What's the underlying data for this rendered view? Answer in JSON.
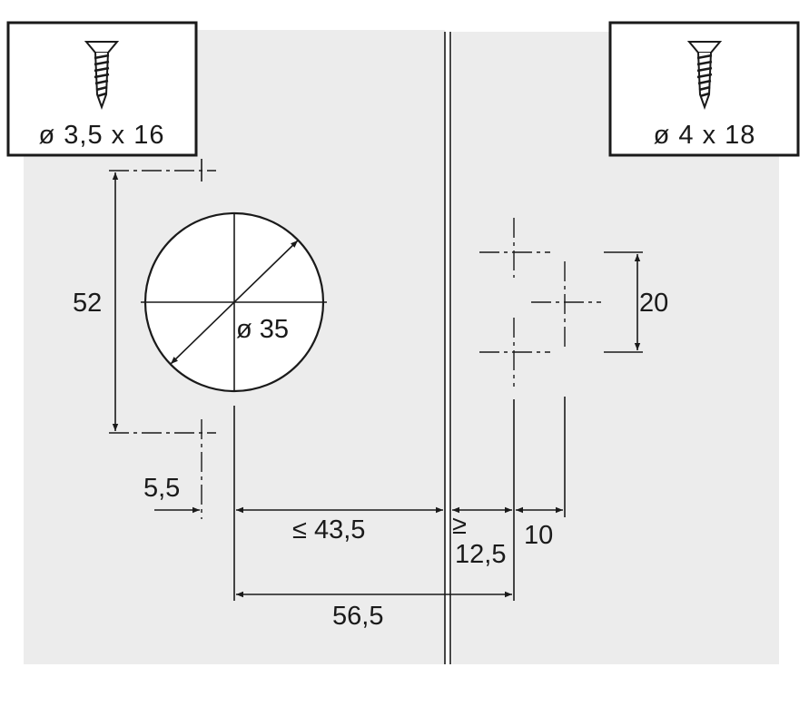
{
  "screws": {
    "left": {
      "label": "ø 3,5 x 16"
    },
    "right": {
      "label": "ø 4 x 18"
    }
  },
  "dimensions": {
    "cup_spacing": "52",
    "cup_diameter": "ø 35",
    "screw_offset": "5,5",
    "cup_to_edge": "≤ 43,5",
    "plate_min_symbol": "≥",
    "plate_min": "12,5",
    "plate_offset": "10",
    "total": "56,5",
    "plate_hole_spacing": "20"
  },
  "colors": {
    "panel": "#ececec",
    "line": "#1a1a1a"
  }
}
